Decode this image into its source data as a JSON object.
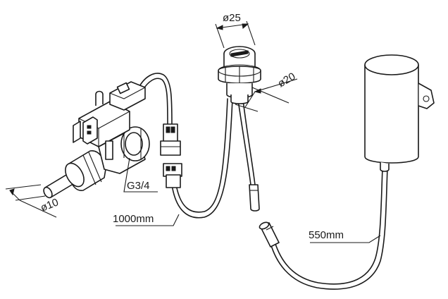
{
  "labels": {
    "dia_25": "ø25",
    "dia_20": "ø20",
    "dia_10": "ø10",
    "thread": "G3/4",
    "cable_1000": "1000mm",
    "cable_550": "550mm"
  },
  "colors": {
    "line": "#1a1a1a",
    "background": "#ffffff"
  }
}
